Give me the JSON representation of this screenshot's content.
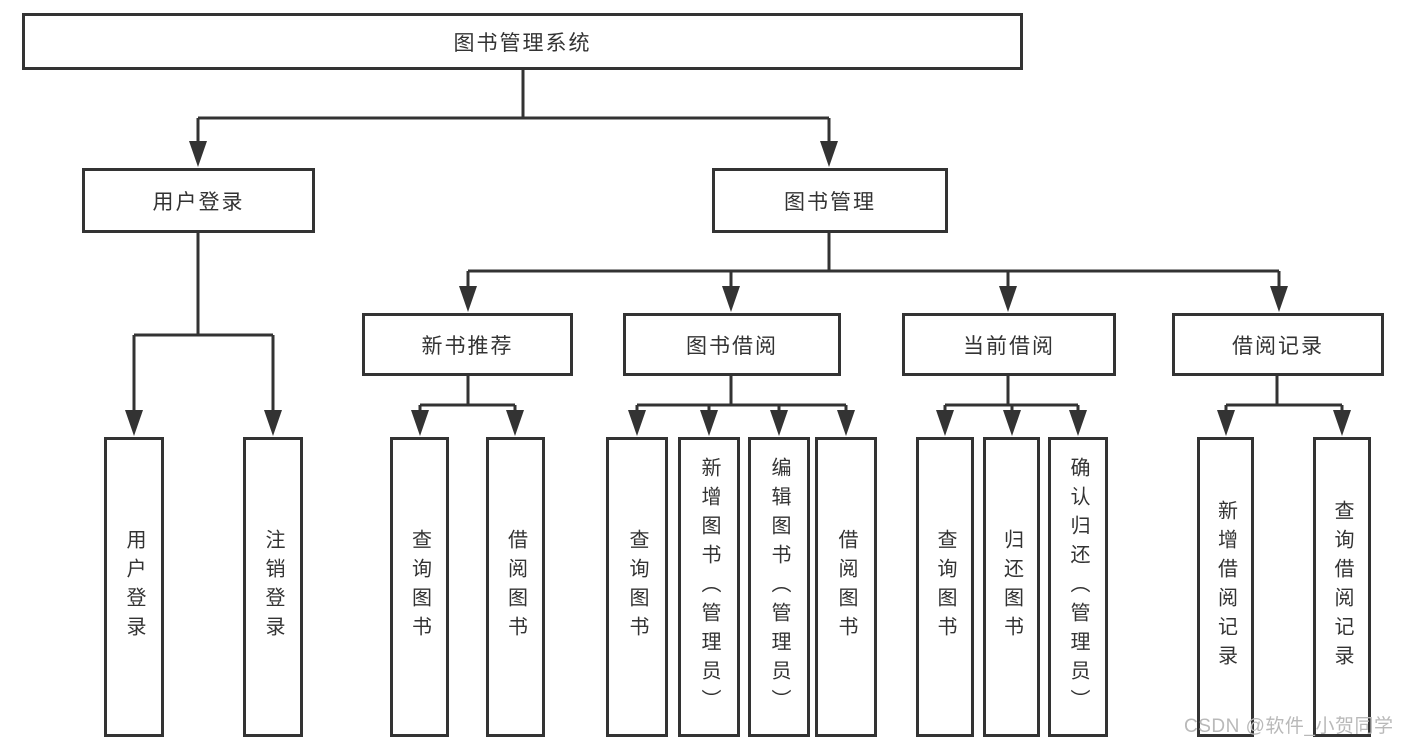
{
  "diagram": {
    "root": {
      "label": "图书管理系统"
    },
    "branches": [
      {
        "label": "用户登录",
        "children": [
          {
            "label": "用户登录"
          },
          {
            "label": "注销登录"
          }
        ]
      },
      {
        "label": "图书管理",
        "children": [
          {
            "label": "新书推荐",
            "children": [
              {
                "label": "查询图书"
              },
              {
                "label": "借阅图书"
              }
            ]
          },
          {
            "label": "图书借阅",
            "children": [
              {
                "label": "查询图书"
              },
              {
                "label": "新增图书（管理员）"
              },
              {
                "label": "编辑图书（管理员）"
              },
              {
                "label": "借阅图书"
              }
            ]
          },
          {
            "label": "当前借阅",
            "children": [
              {
                "label": "查询图书"
              },
              {
                "label": "归还图书"
              },
              {
                "label": "确认归还（管理员）"
              }
            ]
          },
          {
            "label": "借阅记录",
            "children": [
              {
                "label": "新增借阅记录"
              },
              {
                "label": "查询借阅记录"
              }
            ]
          }
        ]
      }
    ],
    "watermark": "CSDN @软件_小贺同学",
    "colors": {
      "line": "#333333",
      "text": "#333333",
      "box_background": "#ffffff",
      "watermark": "#b9b9b9"
    }
  }
}
